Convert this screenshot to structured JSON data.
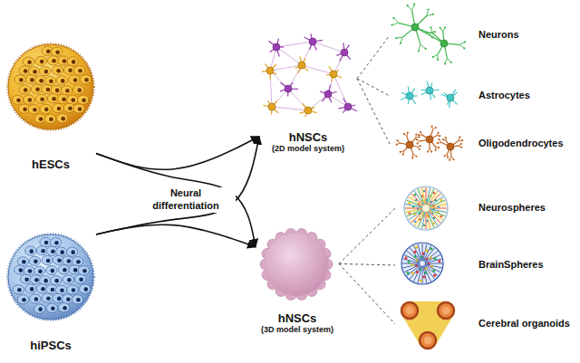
{
  "diagram": {
    "nodes": [
      {
        "text": [
          "hESCs"
        ]
      },
      {
        "text": [
          "hiPSCs"
        ]
      },
      {
        "text": [
          "hNSCs",
          "(2D model system)"
        ]
      },
      {
        "text": [
          "hNSCs",
          "(3D model system)"
        ]
      },
      {
        "text": [
          "Neurons"
        ]
      },
      {
        "text": [
          "Astrocytes"
        ]
      },
      {
        "text": [
          "Oligodendrocytes"
        ]
      },
      {
        "text": [
          "Neurospheres"
        ]
      },
      {
        "text": [
          "BrainSpheres"
        ]
      },
      {
        "text": [
          "Cerebral organoids"
        ]
      }
    ],
    "edges": [
      {
        "from": 0,
        "to": 2,
        "arrow": "to"
      },
      {
        "from": 0,
        "to": 3,
        "arrow": "to"
      },
      {
        "from": 1,
        "to": 2,
        "arrow": "to"
      },
      {
        "from": 1,
        "to": 3,
        "arrow": "to"
      },
      {
        "from": 2,
        "to": 4,
        "arrow": "none"
      },
      {
        "from": 2,
        "to": 5,
        "arrow": "none"
      },
      {
        "from": 2,
        "to": 6,
        "arrow": "none"
      },
      {
        "from": 3,
        "to": 7,
        "arrow": "none"
      },
      {
        "from": 3,
        "to": 8,
        "arrow": "none"
      },
      {
        "from": 3,
        "to": 9,
        "arrow": "none"
      }
    ],
    "labels": [
      "Neural differentiation"
    ]
  }
}
